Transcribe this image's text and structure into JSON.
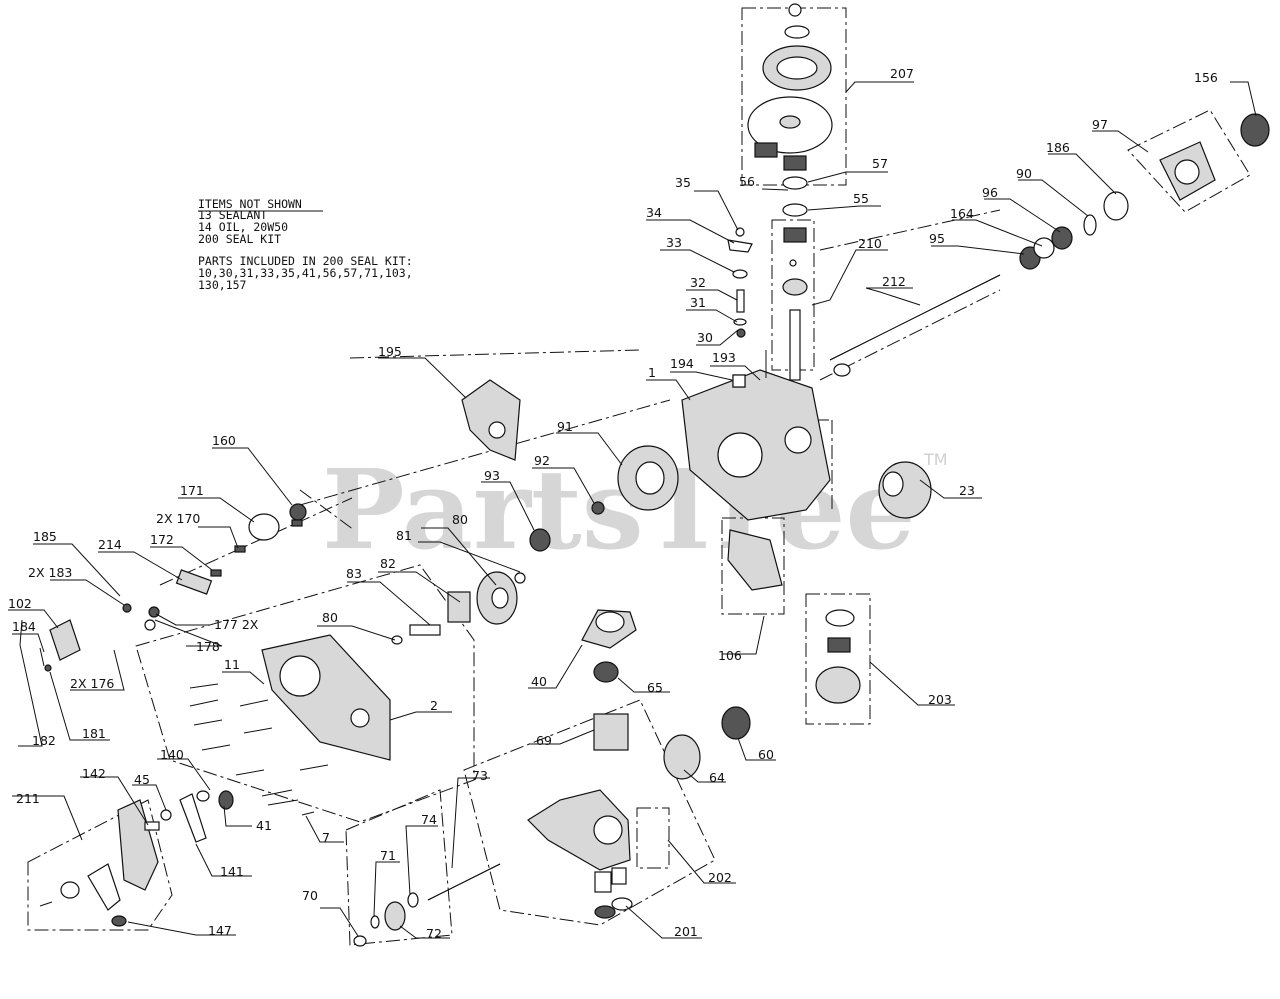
{
  "notes": {
    "title": "ITEMS NOT SHOWN",
    "lines": [
      "13 SEALANT",
      "14 OIL, 20W50",
      "200 SEAL KIT"
    ],
    "kit_lines": [
      "PARTS INCLUDED IN 200 SEAL KIT:",
      "10,30,31,33,35,41,56,57,71,103,",
      "130,157"
    ]
  },
  "watermark": {
    "text": "PartsTree",
    "tm": "TM"
  },
  "callouts": {
    "c207": "207",
    "c156": "156",
    "c97": "97",
    "c186": "186",
    "c90": "90",
    "c96": "96",
    "c164": "164",
    "c95": "95",
    "c212": "212",
    "c210": "210",
    "c57": "57",
    "c56": "56",
    "c55": "55",
    "c35": "35",
    "c34": "34",
    "c33": "33",
    "c32": "32",
    "c31": "31",
    "c30": "30",
    "c194": "194",
    "c193": "193",
    "c195": "195",
    "c1": "1",
    "c91": "91",
    "c92": "92",
    "c93": "93",
    "c23": "23",
    "c160": "160",
    "c171": "171",
    "c170": "2X 170",
    "c172": "172",
    "c185": "185",
    "c214": "214",
    "c183": "2X 183",
    "c80a": "80",
    "c81": "81",
    "c82": "82",
    "c83": "83",
    "c80b": "80",
    "c177": "177 2X",
    "c102": "102",
    "c178": "178",
    "c184": "184",
    "c176": "2X 176",
    "c11": "11",
    "c2": "2",
    "c181": "181",
    "c182": "182",
    "c106": "106",
    "c40": "40",
    "c65": "65",
    "c203": "203",
    "c69": "69",
    "c60": "60",
    "c64": "64",
    "c140": "140",
    "c142": "142",
    "c45": "45",
    "c211": "211",
    "c41": "41",
    "c7": "7",
    "c141": "141",
    "c73": "73",
    "c74": "74",
    "c71": "71",
    "c202": "202",
    "c70": "70",
    "c72": "72",
    "c201": "201",
    "c147": "147"
  }
}
